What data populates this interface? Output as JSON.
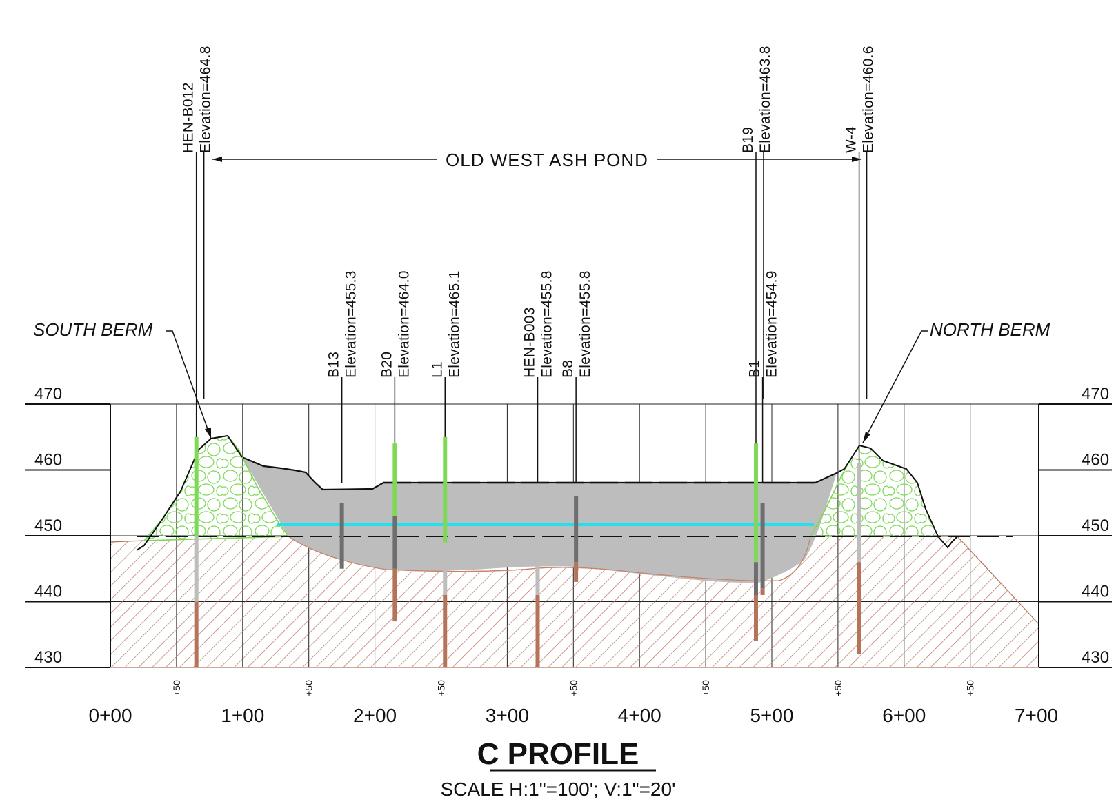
{
  "title": "C PROFILE",
  "scale_text": "SCALE  H:1\"=100';  V:1\"=20'",
  "pond_label": "OLD WEST ASH POND",
  "callouts": {
    "south": "SOUTH BERM",
    "north": "NORTH BERM"
  },
  "elevation_axis": {
    "labels": [
      "470",
      "460",
      "450",
      "440",
      "430"
    ],
    "values": [
      470,
      460,
      450,
      440,
      430
    ]
  },
  "stations": {
    "labels": [
      "0+00",
      "1+00",
      "2+00",
      "3+00",
      "4+00",
      "5+00",
      "6+00",
      "7+00"
    ],
    "half_label": "+50"
  },
  "borings": [
    {
      "id": "HEN-B012",
      "elevation": "Elevation=464.8",
      "station": 65
    },
    {
      "id": "B13",
      "elevation": "Elevation=455.3",
      "station": 175
    },
    {
      "id": "B20",
      "elevation": "Elevation=464.0",
      "station": 215
    },
    {
      "id": "L1",
      "elevation": "Elevation=465.1",
      "station": 253
    },
    {
      "id": "HEN-B003",
      "elevation": "Elevation=455.8",
      "station": 323
    },
    {
      "id": "B8",
      "elevation": "Elevation=455.8",
      "station": 352
    },
    {
      "id": "B19",
      "elevation": "Elevation=463.8",
      "station": 488
    },
    {
      "id": "B1",
      "elevation": "Elevation=454.9",
      "station": 493
    },
    {
      "id": "W-4",
      "elevation": "Elevation=460.6",
      "station": 566
    }
  ],
  "colors": {
    "fill_gray": "#bdbdbd",
    "berm_green": "#7ed957",
    "water_cyan": "#22e0ee",
    "hatch_brown": "#b5735a",
    "log_gray_dark": "#6e6e6e",
    "log_gray_light": "#bdbdbd",
    "log_brown": "#b5735a"
  }
}
